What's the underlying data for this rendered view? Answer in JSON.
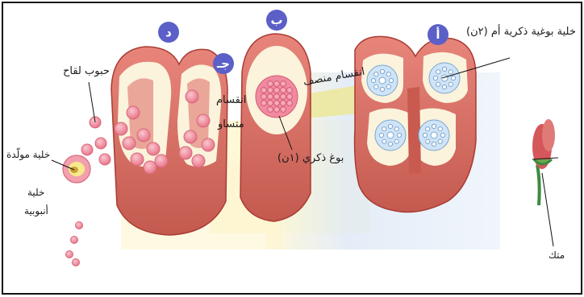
{
  "stages": {
    "a": {
      "badge": "أ"
    },
    "b": {
      "badge": "ب"
    },
    "c": {
      "badge": "جـ"
    },
    "d": {
      "badge": "د"
    }
  },
  "labels": {
    "mother_cell": "خلية بوغية ذكرية أم (٢ن)",
    "meiosis": "انقسام منصف",
    "microspore": "بوغ ذكري (١ن)",
    "mitosis_line1": "انقسام",
    "mitosis_line2": "متساو",
    "pollen_grains": "حبوب لقاح",
    "generative_cell": "خلية مولّدة",
    "tube_cell_line1": "خلية",
    "tube_cell_line2": "أنبوبية",
    "anther": "متك"
  },
  "colors": {
    "badge": "#5b5fc7",
    "tissue": "#d9746a",
    "tissue_dark": "#a83c33",
    "sac_fill": "#fbf3dc",
    "mother_cell_fill": "#cfe4f6",
    "microspore_fill": "#f08aa0",
    "pollen": "#ee8597"
  }
}
